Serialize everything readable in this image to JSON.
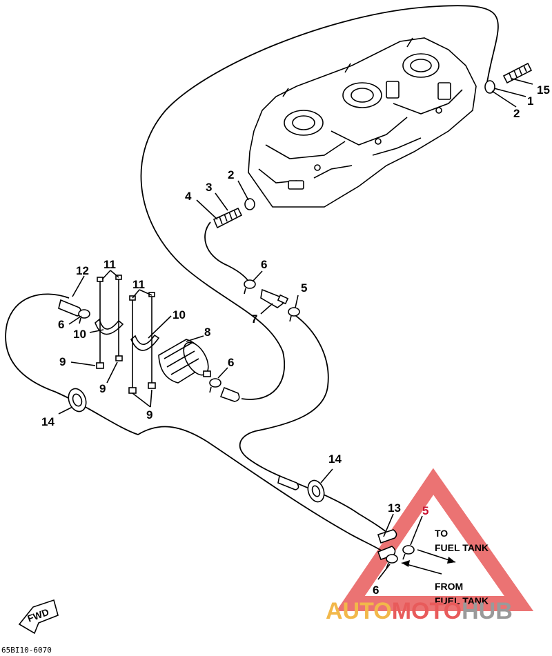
{
  "callouts": [
    {
      "id": "c15",
      "text": "15"
    },
    {
      "id": "c1",
      "text": "1"
    },
    {
      "id": "c2a",
      "text": "2"
    },
    {
      "id": "c2b",
      "text": "2"
    },
    {
      "id": "c3",
      "text": "3"
    },
    {
      "id": "c4",
      "text": "4"
    },
    {
      "id": "c6a",
      "text": "6"
    },
    {
      "id": "c5a",
      "text": "5"
    },
    {
      "id": "c7",
      "text": "7"
    },
    {
      "id": "c12",
      "text": "12"
    },
    {
      "id": "c11a",
      "text": "11"
    },
    {
      "id": "c11b",
      "text": "11"
    },
    {
      "id": "c10a",
      "text": "10"
    },
    {
      "id": "c10b",
      "text": "10"
    },
    {
      "id": "c6b",
      "text": "6"
    },
    {
      "id": "c8",
      "text": "8"
    },
    {
      "id": "c6c",
      "text": "6"
    },
    {
      "id": "c9a",
      "text": "9"
    },
    {
      "id": "c9b",
      "text": "9"
    },
    {
      "id": "c9c",
      "text": "9"
    },
    {
      "id": "c14a",
      "text": "14"
    },
    {
      "id": "c14b",
      "text": "14"
    },
    {
      "id": "c13",
      "text": "13"
    },
    {
      "id": "c5b",
      "text": "5"
    },
    {
      "id": "c6d",
      "text": "6"
    }
  ],
  "notes": {
    "to_line1": "TO",
    "to_line2": "FUEL TANK",
    "from_line1": "FROM",
    "from_line2": "FUEL TANK"
  },
  "fwd_label": "FWD",
  "diagram_code": "65BI10-6070",
  "watermark": {
    "part1": "AUTO",
    "part2": "MOTO",
    "part3": "HUB",
    "colors": {
      "auto": "#f2b84a",
      "moto": "#e85b5b",
      "hub": "#9a9a9a",
      "triangle": "#e85b5b"
    }
  }
}
